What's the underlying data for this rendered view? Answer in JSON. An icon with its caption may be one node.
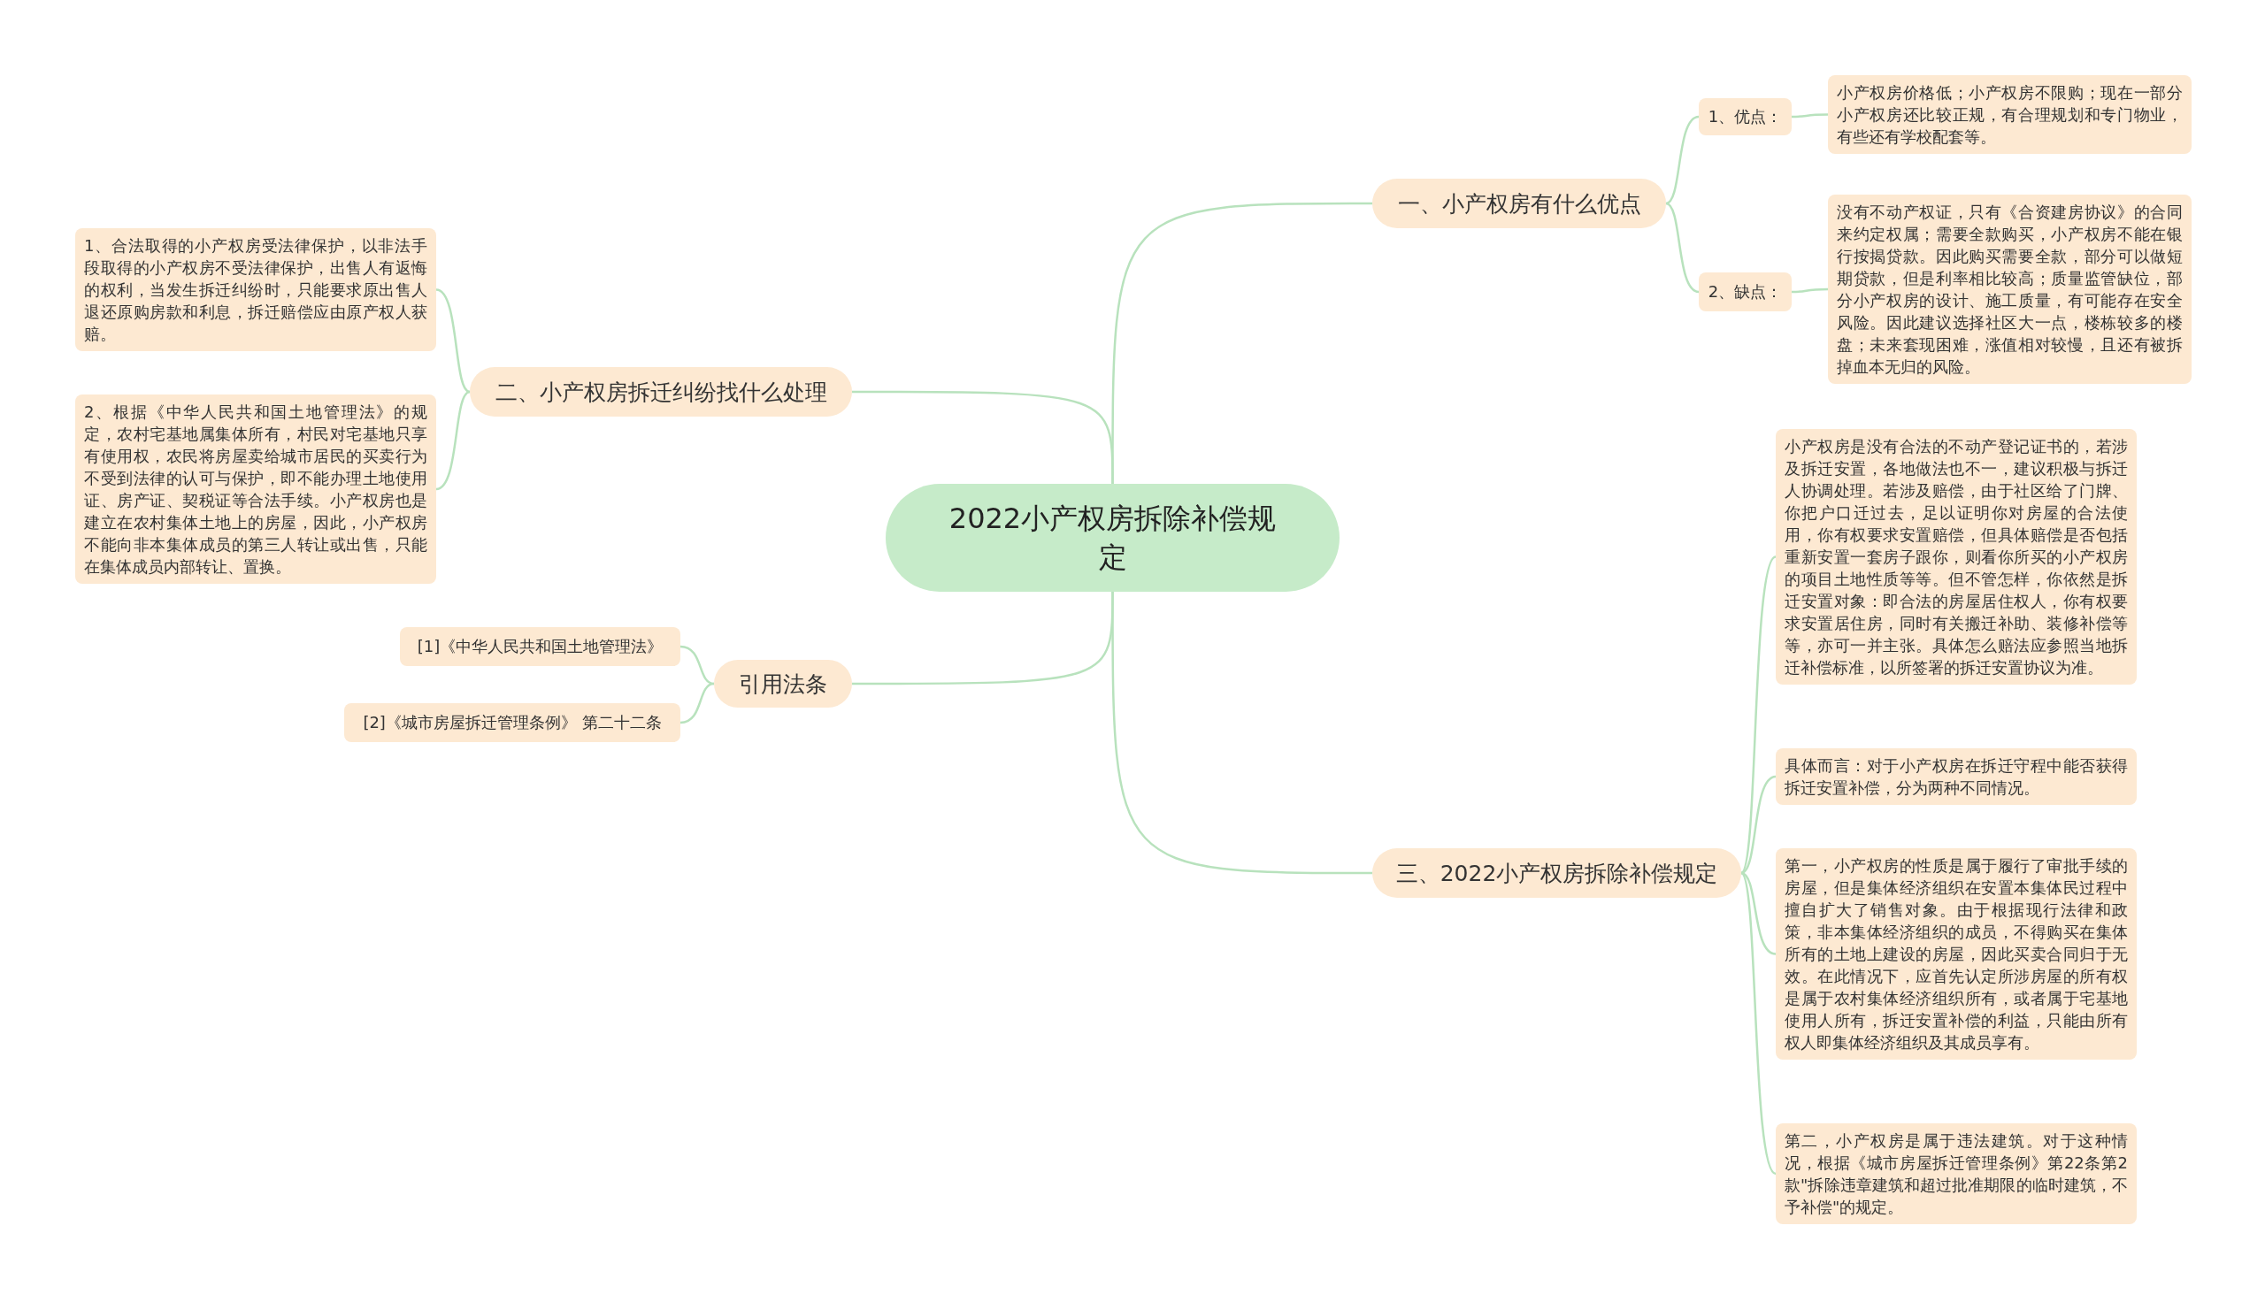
{
  "diagram": {
    "nodes": [
      {
        "text": [
          "2022小产权房拆除补偿规定"
        ]
      },
      {
        "text": [
          "一、小产权房有什么优点"
        ]
      },
      {
        "text": [
          "1、优点："
        ]
      },
      {
        "text": [
          "小产权房价格低；小产权房不限购；现在一部分小产权房还比较正规，有合理规划和专门物业，有些还有学校配套等。"
        ]
      },
      {
        "text": [
          "2、缺点："
        ]
      },
      {
        "text": [
          "没有不动产权证，只有《合资建房协议》的合同来约定权属；需要全款购买，小产权房不能在银行按揭贷款。因此购买需要全款，部分可以做短期贷款，但是利率相比较高；质量监管缺位，部分小产权房的设计、施工质量，有可能存在安全风险。因此建议选择社区大一点，楼栋较多的楼盘；未来套现困难，涨值相对较慢，且还有被拆掉血本无归的风险。"
        ]
      },
      {
        "text": [
          "二、小产权房拆迁纠纷找什么处理"
        ]
      },
      {
        "text": [
          "1、合法取得的小产权房受法律保护，以非法手段取得的小产权房不受法律保护，出售人有返悔的权利，当发生拆迁纠纷时，只能要求原出售人退还原购房款和利息，拆迁赔偿应由原产权人获赔。"
        ]
      },
      {
        "text": [
          "2、根据《中华人民共和国土地管理法》的规定，农村宅基地属集体所有，村民对宅基地只享有使用权，农民将房屋卖给城市居民的买卖行为不受到法律的认可与保护，即不能办理土地使用证、房产证、契税证等合法手续。小产权房也是建立在农村集体土地上的房屋，因此，小产权房不能向非本集体成员的第三人转让或出售，只能在集体成员内部转让、置换。"
        ]
      },
      {
        "text": [
          "引用法条"
        ]
      },
      {
        "text": [
          "[1]《中华人民共和国土地管理法》"
        ]
      },
      {
        "text": [
          "[2]《城市房屋拆迁管理条例》 第二十二条"
        ]
      },
      {
        "text": [
          "三、2022小产权房拆除补偿规定"
        ]
      },
      {
        "text": [
          "小产权房是没有合法的不动产登记证书的，若涉及拆迁安置，各地做法也不一，建议积极与拆迁人协调处理。若涉及赔偿，由于社区给了门牌、你把户口迁过去，足以证明你对房屋的合法使用，你有权要求安置赔偿，但具体赔偿是否包括重新安置一套房子跟你，则看你所买的小产权房的项目土地性质等等。但不管怎样，你依然是拆迁安置对象：即合法的房屋居住权人，你有权要求安置居住房，同时有关搬迁补助、装修补偿等等，亦可一并主张。具体怎么赔法应参照当地拆迁补偿标准，以所签署的拆迁安置协议为准。"
        ]
      },
      {
        "text": [
          "具体而言：对于小产权房在拆迁守程中能否获得拆迁安置补偿，分为两种不同情况。"
        ]
      },
      {
        "text": [
          "第一，小产权房的性质是属于履行了审批手续的房屋，但是集体经济组织在安置本集体民过程中擅自扩大了销售对象。由于根据现行法律和政策，非本集体经济组织的成员，不得购买在集体所有的土地上建设的房屋，因此买卖合同归于无效。在此情况下，应首先认定所涉房屋的所有权是属于农村集体经济组织所有，或者属于宅基地使用人所有，拆迁安置补偿的利益，只能由所有权人即集体经济组织及其成员享有。"
        ]
      },
      {
        "text": [
          "第二，小产权房是属于违法建筑。对于这种情况，根据《城市房屋拆迁管理条例》第22条第2款\"拆除违章建筑和超过批准期限的临时建筑，不予补偿\"的规定。"
        ]
      }
    ],
    "edges": [
      {
        "from": 0,
        "to": 1,
        "arrow": "none"
      },
      {
        "from": 1,
        "to": 2,
        "arrow": "none"
      },
      {
        "from": 2,
        "to": 3,
        "arrow": "none"
      },
      {
        "from": 1,
        "to": 4,
        "arrow": "none"
      },
      {
        "from": 4,
        "to": 5,
        "arrow": "none"
      },
      {
        "from": 0,
        "to": 6,
        "arrow": "none"
      },
      {
        "from": 6,
        "to": 7,
        "arrow": "none"
      },
      {
        "from": 6,
        "to": 8,
        "arrow": "none"
      },
      {
        "from": 0,
        "to": 9,
        "arrow": "none"
      },
      {
        "from": 9,
        "to": 10,
        "arrow": "none"
      },
      {
        "from": 9,
        "to": 11,
        "arrow": "none"
      },
      {
        "from": 0,
        "to": 12,
        "arrow": "none"
      },
      {
        "from": 12,
        "to": 13,
        "arrow": "none"
      },
      {
        "from": 12,
        "to": 14,
        "arrow": "none"
      },
      {
        "from": 12,
        "to": 15,
        "arrow": "none"
      },
      {
        "from": 12,
        "to": 16,
        "arrow": "none"
      }
    ]
  }
}
